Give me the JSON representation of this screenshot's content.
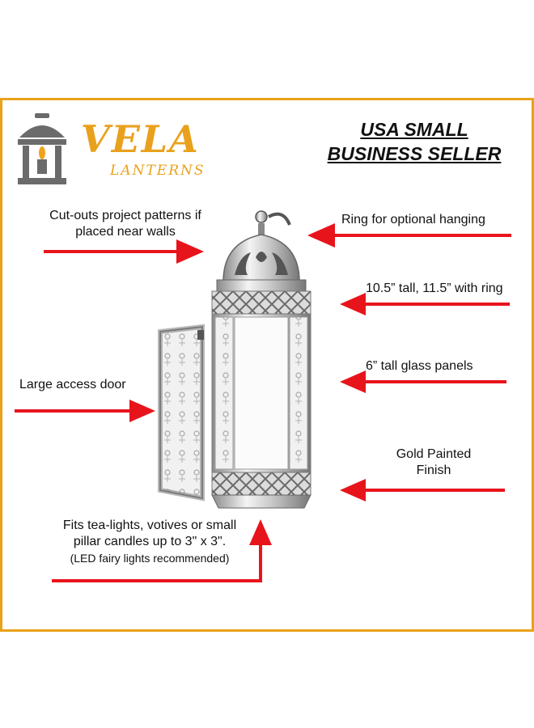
{
  "brand": {
    "name": "VELA",
    "tagline": "LANTERNS"
  },
  "seller_badge": {
    "line1": "USA SMALL",
    "line2": "BUSINESS SELLER"
  },
  "callouts": {
    "cutouts": {
      "line1": "Cut-outs project patterns if",
      "line2": "placed near walls"
    },
    "ring": "Ring for optional hanging",
    "height": "10.5” tall, 11.5” with ring",
    "glass": "6” tall glass panels",
    "door": "Large access door",
    "finish": {
      "line1": "Gold Painted",
      "line2": "Finish"
    },
    "fits": {
      "line1": "Fits tea-lights, votives or small",
      "line2": "pillar candles up to 3\" x 3\".",
      "line3": "(LED fairy lights recommended)"
    }
  },
  "colors": {
    "accent": "#e9a11d",
    "arrow": "#e8141c",
    "border": "#e8a21a"
  }
}
